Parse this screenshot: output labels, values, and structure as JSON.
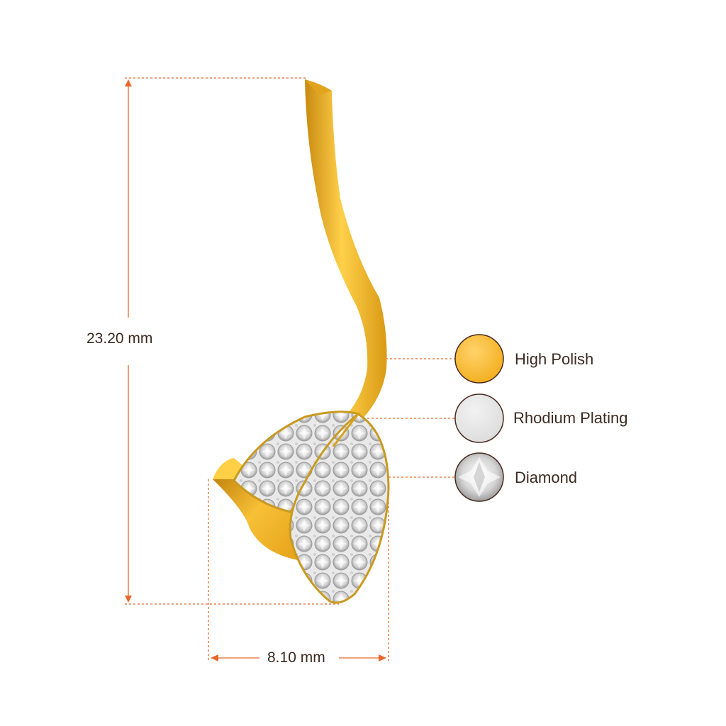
{
  "dimensions": {
    "height_label": "23.20 mm",
    "width_label": "8.10 mm"
  },
  "legend": [
    {
      "label": "High Polish",
      "swatch": "gold"
    },
    {
      "label": "Rhodium Plating",
      "swatch": "silver"
    },
    {
      "label": "Diamond",
      "swatch": "diamond"
    }
  ],
  "colors": {
    "dimension_line": "#e8692b",
    "gold": "#f5b322",
    "rhodium": "#e6e6e6",
    "swatch_border": "#4a2b20",
    "text": "#3c2a20"
  }
}
